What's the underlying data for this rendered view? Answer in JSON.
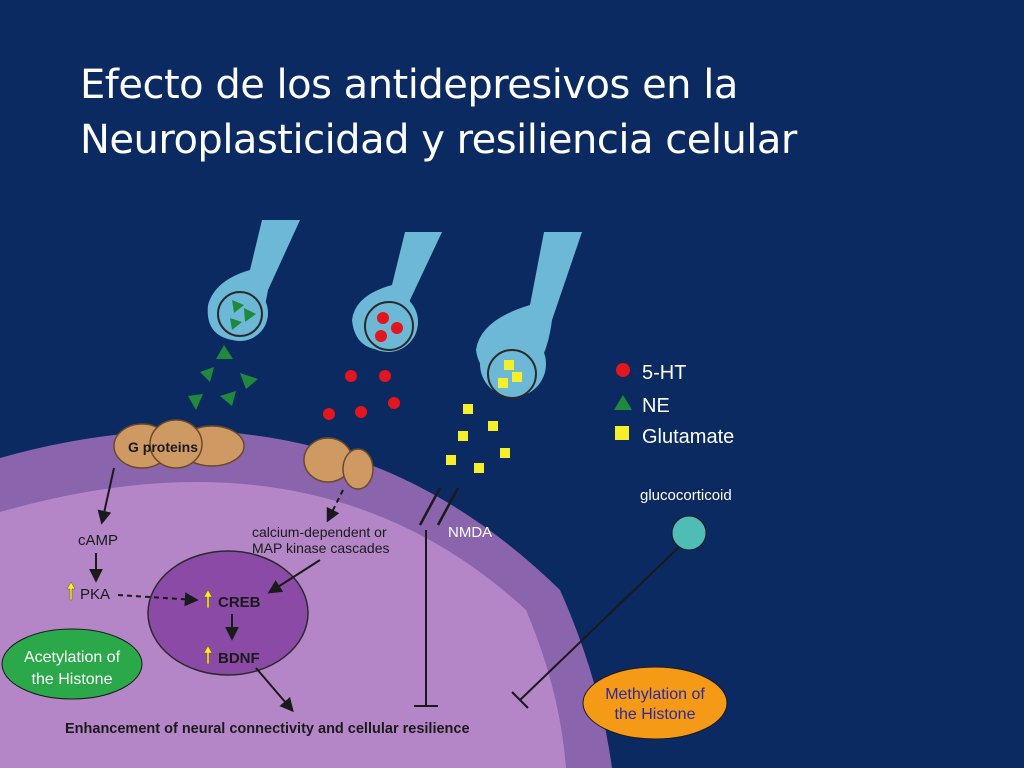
{
  "title": {
    "line1": "Efecto de los antidepresivos en la",
    "line2": "Neuroplasticidad y resiliencia celular"
  },
  "legend": {
    "ht": "5-HT",
    "ne": "NE",
    "glutamate": "Glutamate"
  },
  "labels": {
    "g_proteins": "G proteins",
    "camp": "cAMP",
    "pka": "PKA",
    "creb": "CREB",
    "bdnf": "BDNF",
    "calcium_line1": "calcium-dependent or",
    "calcium_line2": "MAP kinase cascades",
    "nmda": "NMDA",
    "glucocorticoid": "glucocorticoid",
    "acetylation_line1": "Acetylation of",
    "acetylation_line2": "the Histone",
    "methylation_line1": "Methylation of",
    "methylation_line2": "the Histone",
    "enhancement": "Enhancement of neural connectivity and cellular resilience"
  },
  "colors": {
    "background": "#0b2a62",
    "membrane": "#8a64ad",
    "cytoplasm": "#b486c8",
    "nucleus": "#8a4aa6",
    "axon": "#6cb8d6",
    "ht_red": "#e3151d",
    "ne_green": "#1e8a3c",
    "glutamate_yellow": "#f5ef2a",
    "protein_tan": "#cf9964",
    "acetylation_green": "#2aa84a",
    "methylation_orange": "#f59a16",
    "glucocorticoid_teal": "#4fbcb6"
  }
}
